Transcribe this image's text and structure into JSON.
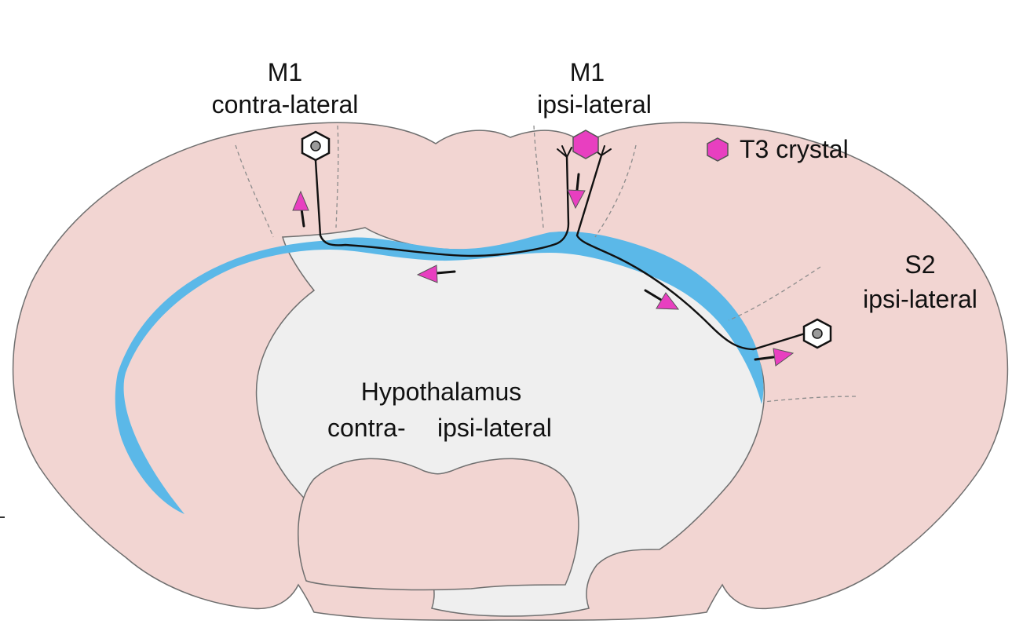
{
  "labels": {
    "m1_contra": {
      "line1": "M1",
      "line2": "contra-lateral"
    },
    "m1_ipsi": {
      "line1": "M1",
      "line2": "ipsi-lateral"
    },
    "legend": {
      "text": "T3 crystal"
    },
    "s2_ipsi": {
      "line1": "S2",
      "line2": "ipsi-lateral"
    },
    "hypothalamus": {
      "line1": "Hypothalamus",
      "line2a": "contra-",
      "line2b": "ipsi-lateral"
    }
  },
  "colors": {
    "cortex": "#f2d5d2",
    "inner": "#efefef",
    "white_matter": "#5bb8e8",
    "t3_crystal": "#e83fc0",
    "arrow": "#e83fc0",
    "outline": "#6f6f6f",
    "neuron_nucleus": "#9a9a9a"
  },
  "icons": {
    "t3": "hexagon-filled-icon",
    "neuron": "hexagon-neuron-icon",
    "arrow": "arrow-icon"
  }
}
